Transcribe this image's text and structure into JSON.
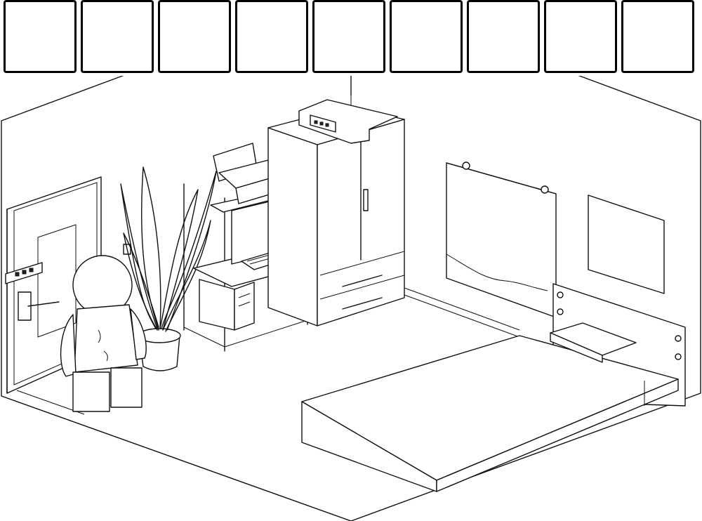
{
  "inventory": {
    "slots": [
      {
        "label": ""
      },
      {
        "label": ""
      },
      {
        "label": ""
      },
      {
        "label": ""
      },
      {
        "label": ""
      },
      {
        "label": ""
      },
      {
        "label": ""
      },
      {
        "label": ""
      },
      {
        "label": ""
      }
    ]
  },
  "scene": {
    "room": "bedroom",
    "objects": [
      "door",
      "door-lock-keypad",
      "plant",
      "character",
      "computer-desk",
      "printer",
      "pc-tower",
      "wardrobe",
      "wardrobe-top-box",
      "window-curtain",
      "wall-picture-frame",
      "bed",
      "pillow"
    ]
  },
  "colors": {
    "line": "#111111",
    "background": "#ffffff"
  }
}
